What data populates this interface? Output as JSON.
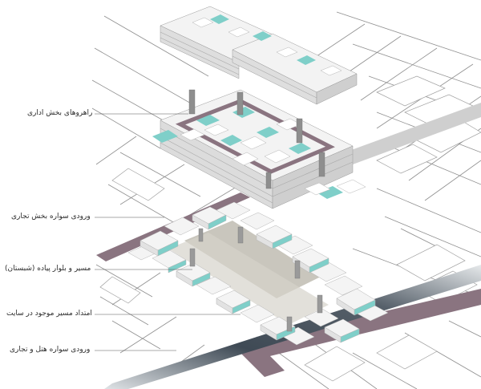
{
  "annotations": [
    {
      "id": "admin-stairs",
      "text": "راهروهای بخش اداری"
    },
    {
      "id": "commercial-entrance",
      "text": "ورودی سواره بخش تجاری"
    },
    {
      "id": "pedestrian-boulevard",
      "text": "مسیر و بلوار پیاده (شبستان)"
    },
    {
      "id": "existing-path",
      "text": "امتداد مسیر موجود در سایت"
    },
    {
      "id": "hotel-entrance",
      "text": "ورودی سواره هتل و تجاری"
    }
  ],
  "colors": {
    "street_band": "#8a7480",
    "plaza": "#c9c6bd",
    "accent_teal": "#7fcfc9",
    "block_white": "#f4f4f4",
    "line_gray": "#9a9a9a",
    "road_dark": "#4a5560"
  }
}
